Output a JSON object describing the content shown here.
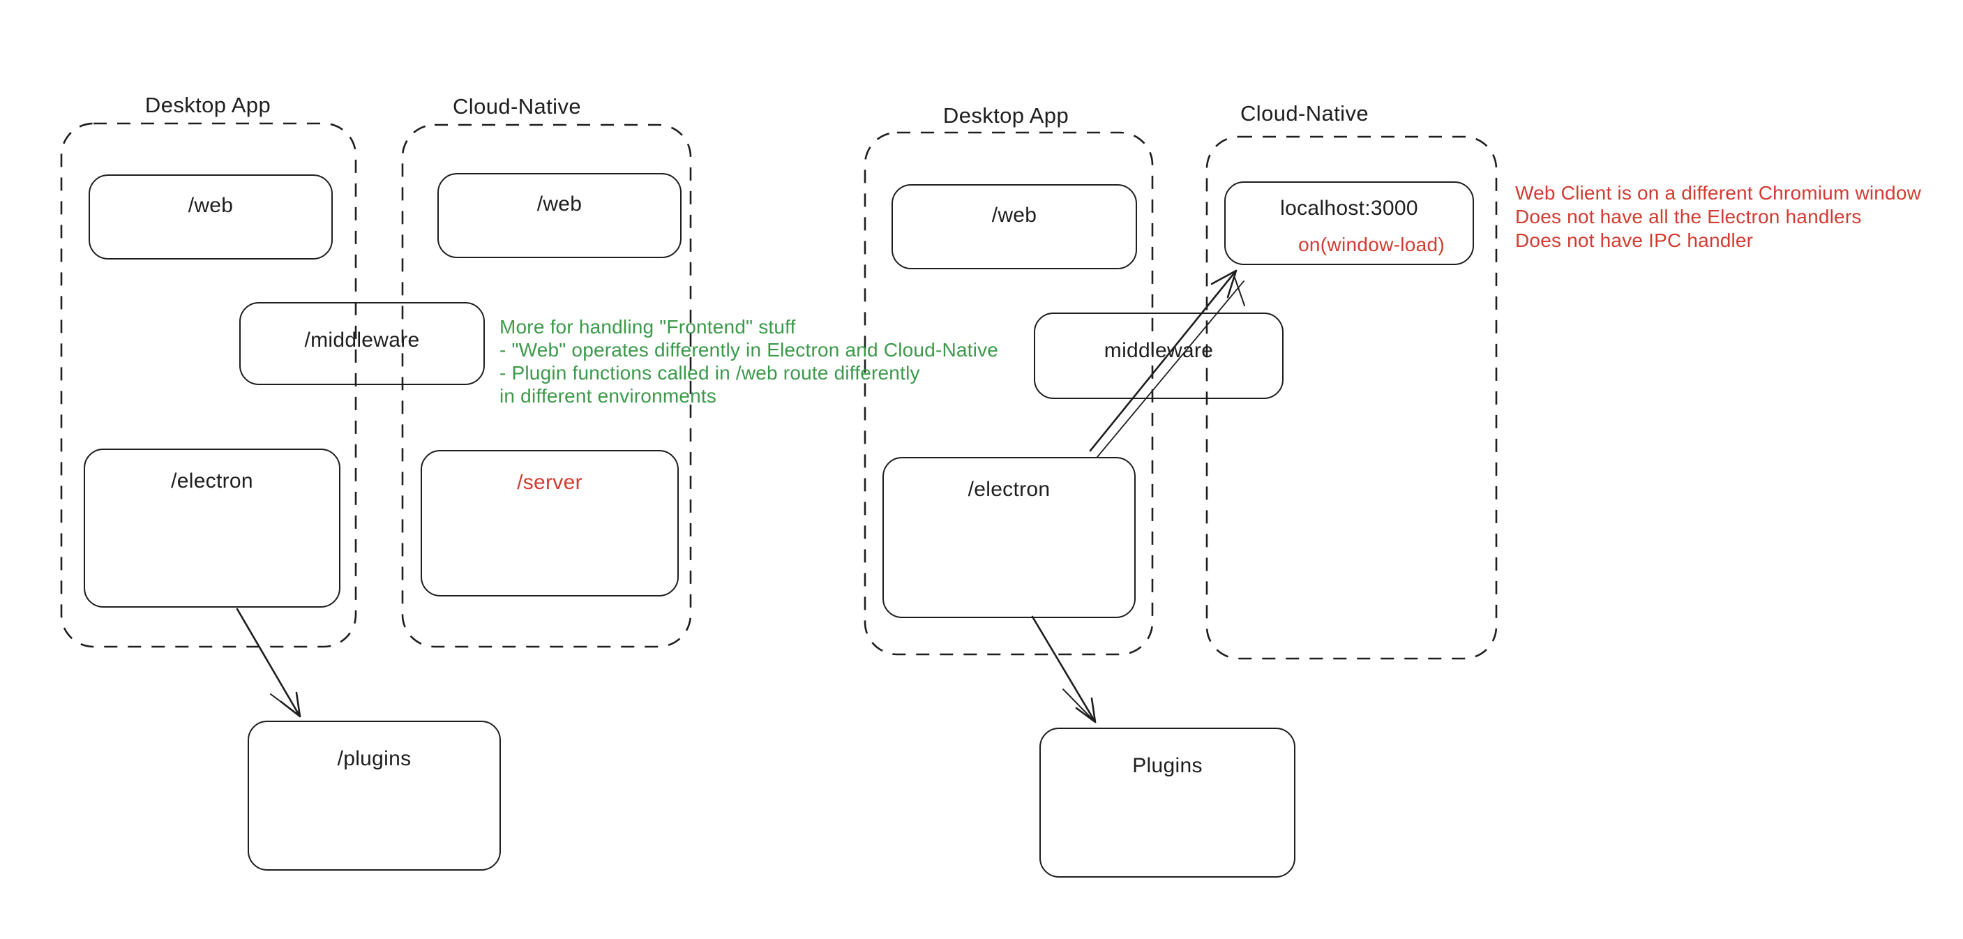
{
  "colors": {
    "ink": "#1e1e1e",
    "red": "#d23b31",
    "green": "#3b9a4a",
    "background": "#ffffff"
  },
  "left_diagram": {
    "desktop_group": "Desktop App",
    "cloud_group": "Cloud-Native",
    "desktop_web": "/web",
    "cloud_web": "/web",
    "middleware": "/middleware",
    "electron": "/electron",
    "server": "/server",
    "plugins": "/plugins",
    "note": [
      "More for handling \"Frontend\" stuff",
      "- \"Web\" operates differently in Electron and Cloud-Native",
      "- Plugin functions called in /web route differently",
      "in different environments"
    ]
  },
  "right_diagram": {
    "desktop_group": "Desktop App",
    "cloud_group": "Cloud-Native",
    "desktop_web": "/web",
    "localhost_title": "localhost:3000",
    "localhost_event": "on(window-load)",
    "middleware": "middleware",
    "electron": "/electron",
    "plugins": "Plugins",
    "note": [
      "Web Client is on a different Chromium window",
      "Does not have all the Electron handlers",
      "Does not have IPC handler"
    ]
  }
}
